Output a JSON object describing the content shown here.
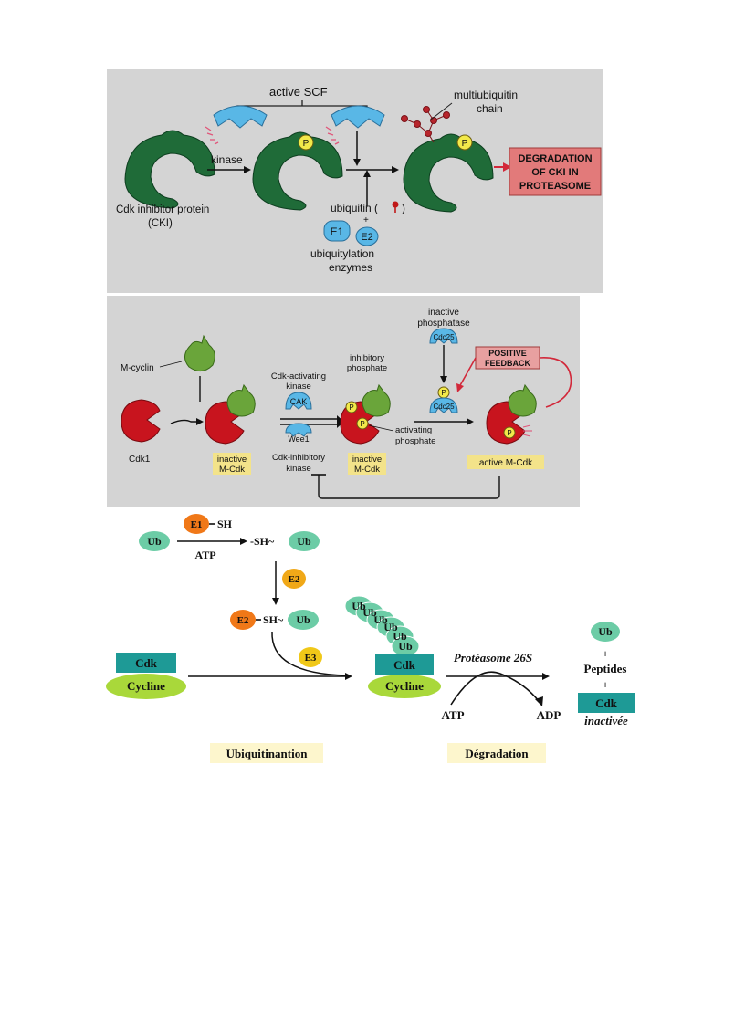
{
  "panel1": {
    "active_scf": "active SCF",
    "kinase": "kinase",
    "multiubiquitin": "multiubiquitin",
    "chain": "chain",
    "cki_line1": "Cdk inhibitor protein",
    "cki_line2": "(CKI)",
    "ubiquitin_label": "ubiquitin (",
    "ubiquitin_close": ")",
    "plus": "+",
    "e1": "E1",
    "e2": "E2",
    "enzymes_line1": "ubiquitylation",
    "enzymes_line2": "enzymes",
    "p": "P",
    "degradation": [
      "DEGRADATION",
      "OF CKI IN",
      "PROTEASOME"
    ]
  },
  "panel2": {
    "inactive_phosphatase_1": "inactive",
    "inactive_phosphatase_2": "phosphatase",
    "cdc25": "Cdc25",
    "positive_feedback_1": "POSITIVE",
    "positive_feedback_2": "FEEDBACK",
    "m_cyclin": "M-cyclin",
    "cdk_activating_1": "Cdk-activating",
    "cdk_activating_2": "kinase",
    "cak": "CAK",
    "wee1": "Wee1",
    "inhibitory_1": "inhibitory",
    "inhibitory_2": "phosphate",
    "activating_1": "activating",
    "activating_2": "phosphate",
    "cdk1": "Cdk1",
    "inactive_mcdk_1": "inactive",
    "inactive_mcdk_2": "M-Cdk",
    "cdk_inhibitory_1": "Cdk-inhibitory",
    "cdk_inhibitory_2": "kinase",
    "active_mcdk": "active M-Cdk",
    "p": "P"
  },
  "panel3": {
    "ub": "Ub",
    "e1": "E1",
    "sh": "SH",
    "atp": "ATP",
    "sh_ub": "-SH~",
    "e2": "E2",
    "e2_sh_ub": "SH~",
    "e3": "E3",
    "cdk": "Cdk",
    "cycline": "Cycline",
    "proteasome": "Protéasome 26S",
    "atp2": "ATP",
    "adp": "ADP",
    "plus": "+",
    "peptides": "Peptides",
    "inactivee": "inactivée",
    "ubiquitination": "Ubiquitinantion",
    "degradation": "Dégradation"
  },
  "colors": {
    "panel_bg": "#d4d4d4",
    "cki_green": "#1f6b38",
    "scf_blue": "#59b7e6",
    "phos_yellow": "#f2e94a",
    "degradation_box": "#e27a7a",
    "cdk_red": "#c8141e",
    "cyclin_green": "#6aa53a",
    "label_yellow": "#f3e38a",
    "ub_teal": "#6ccca6",
    "e_orange": "#f07818",
    "e3_yellow": "#f0c818",
    "cdk_teal": "#1e9a96",
    "cycline_green": "#a9d83a",
    "cream": "#fdf6cd"
  }
}
